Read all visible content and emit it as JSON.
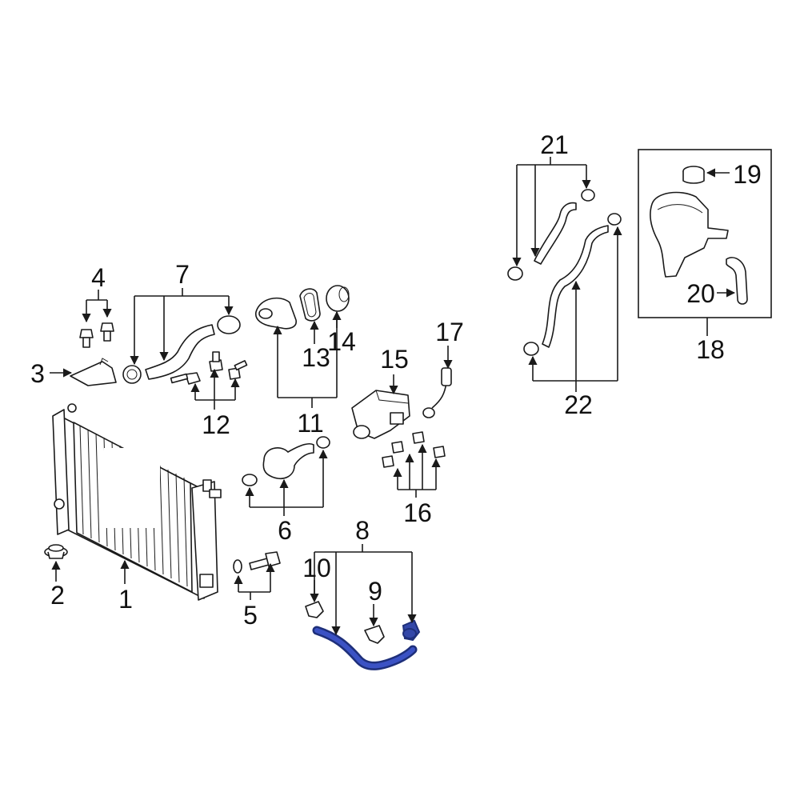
{
  "diagram": {
    "accent_color": "#2a3d9e",
    "highlighted_callout": "8",
    "callouts": {
      "c1": "1",
      "c2": "2",
      "c3": "3",
      "c4": "4",
      "c5": "5",
      "c6": "6",
      "c7": "7",
      "c8": "8",
      "c9": "9",
      "c10": "10",
      "c11": "11",
      "c12": "12",
      "c13": "13",
      "c14": "14",
      "c15": "15",
      "c16": "16",
      "c17": "17",
      "c18": "18",
      "c19": "19",
      "c20": "20",
      "c21": "21",
      "c22": "22"
    }
  }
}
